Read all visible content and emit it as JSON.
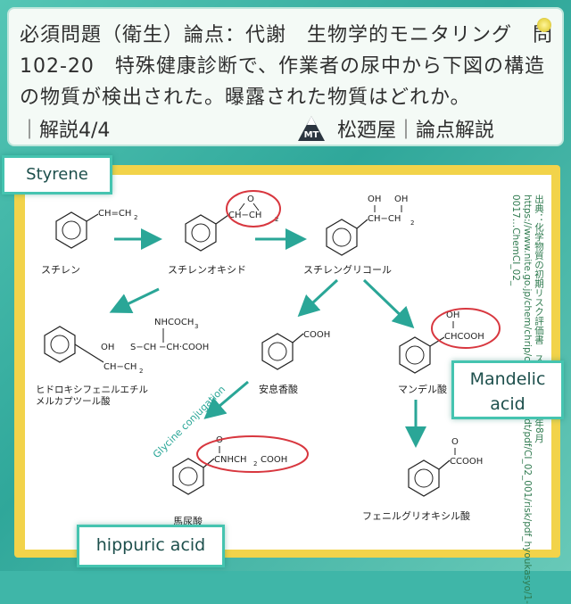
{
  "header": {
    "text": "必須問題（衛生）論点：代謝　生物学的モニタリング　問102-20　特殊健康診断で、作業者の尿中から下図の構造の物質が検出された。曝露された物質はどれか。",
    "footer_left": "｜解説4/4",
    "logo_text": "MT",
    "brand": "松廼屋｜論点解説"
  },
  "labels": {
    "styrene": "Styrene",
    "mandelic_1": "Mandelic",
    "mandelic_2": "acid",
    "hippuric": "hippuric acid",
    "glycine": "Glycine conjugation"
  },
  "compounds": {
    "styrene": "スチレン",
    "styrene_oxide": "スチレンオキシド",
    "styrene_glycol": "スチレングリコール",
    "hydroxy_mercapturic": "ヒドロキシフェニルエチル",
    "hydroxy_mercapturic_2": "メルカプツール酸",
    "benzoic": "安息香酸",
    "mandelic": "マンデル酸",
    "hippuric": "馬尿酸",
    "phenylglyoxylic": "フェニルグリオキシル酸"
  },
  "groups": {
    "vinyl": "CH=CH",
    "h2": "2",
    "oxide_o": "O",
    "oxide_chain": "CH−CH",
    "oh": "OH",
    "glycol_chain": "CH−CH",
    "nhacetyl": "NHCOCH",
    "sub3": "3",
    "s_chain": "S−CH",
    "cooh_chain": "−CH·COOH",
    "eth": "CH−CH",
    "cooh": "COOH",
    "chcooh": "CHCOOH",
    "carbonyl_o": "O",
    "cnhch": "CNHCH",
    "cooh_tail": "COOH",
    "ccooh": "CCOOH"
  },
  "source_text": "出典：化学物質の初期リスク評価書　スチレン 2007年8月　https://www.nite.go.jp/chem/chrip/chrip_search/dt/pdf/CI_02_001/risk/pdf_hyoukasyo/1-0017…ChemCI_02_",
  "colors": {
    "teal": "#45c4b0",
    "arrow": "#2aa697",
    "highlight": "#d8373f",
    "frame": "#f2d34a"
  }
}
